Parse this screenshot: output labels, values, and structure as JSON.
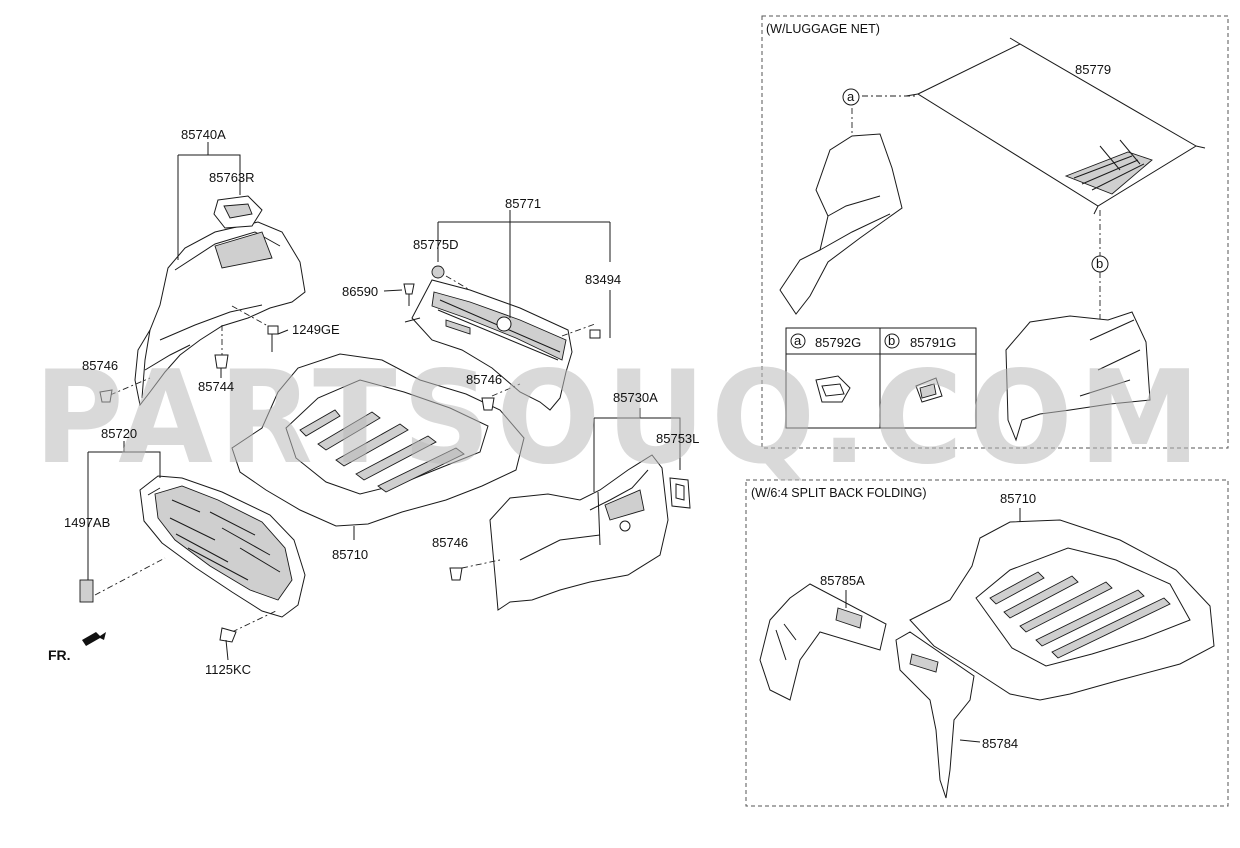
{
  "labels": {
    "p85740A": "85740A",
    "p85763R": "85763R",
    "p1249GE": "1249GE",
    "p85746a": "85746",
    "p85744": "85744",
    "p85720": "85720",
    "p1497AB": "1497AB",
    "p1125KC": "1125KC",
    "fr": "FR.",
    "p85771": "85771",
    "p85775D": "85775D",
    "p86590": "86590",
    "p83494": "83494",
    "p85746b": "85746",
    "p85710": "85710",
    "p85730A": "85730A",
    "p85753L": "85753L",
    "p85746c": "85746"
  },
  "luggage_net": {
    "title": "(W/LUGGAGE NET)",
    "part": "85779",
    "callout_a": "a",
    "callout_b": "b",
    "table_a_letter": "a",
    "table_a_part": "85792G",
    "table_b_letter": "b",
    "table_b_part": "85791G"
  },
  "split_folding": {
    "title": "(W/6:4 SPLIT BACK FOLDING)",
    "p85710": "85710",
    "p85785A": "85785A",
    "p85784": "85784"
  },
  "watermark": "PARTSOUQ.COM"
}
